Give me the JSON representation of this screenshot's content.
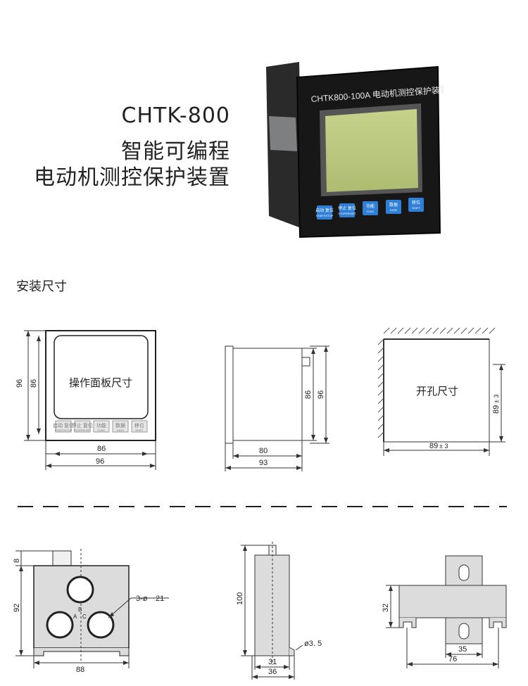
{
  "header": {
    "model": "CHTK-800",
    "line2": "智能可编程",
    "line3": "电动机测控保护装置"
  },
  "device": {
    "front_label": "CHTK800-100A 电动机测控保护装置",
    "buttons": [
      {
        "cn": "启动 复位",
        "en": "START/STOP"
      },
      {
        "cn": "停止 复位",
        "en": "STOP/RESET"
      },
      {
        "cn": "功能",
        "en": "FUNC"
      },
      {
        "cn": "数据",
        "en": "DATA"
      },
      {
        "cn": "移位",
        "en": "SHIFT"
      }
    ]
  },
  "section": {
    "title": "安装尺寸"
  },
  "front_view": {
    "label": "操作面板尺寸",
    "dim_outer_h": "96",
    "dim_inner_h": "86",
    "dim_inner_w": "86",
    "dim_outer_w": "96",
    "buttons": [
      {
        "cn": "启动 复位",
        "en": "START/STOP"
      },
      {
        "cn": "停止 复位",
        "en": "STOP/RESET"
      },
      {
        "cn": "功能",
        "en": "FUNC"
      },
      {
        "cn": "数据",
        "en": "DATA"
      },
      {
        "cn": "移位",
        "en": "SHIFT"
      }
    ]
  },
  "side_view": {
    "dim_h_inner": "86",
    "dim_h_outer": "96",
    "dim_w_inner": "80",
    "dim_w_outer": "93"
  },
  "cutout_view": {
    "label": "开孔尺寸",
    "dim_w": "89",
    "dim_w_tol": "± 3",
    "dim_h": "89",
    "dim_h_tol": "± 3"
  },
  "ct_front": {
    "dim_top": "8",
    "dim_h": "92",
    "dim_w": "88",
    "holes": "3-ø",
    "hole_d": "21",
    "phase_a": "A",
    "phase_b": "B",
    "phase_c": "C"
  },
  "ct_side": {
    "dim_h": "100",
    "dim_w_inner": "31",
    "dim_w_outer": "36",
    "dim_hole": "ø3. 5"
  },
  "ct_rail": {
    "dim_h": "32",
    "dim_w_inner": "35",
    "dim_w_outer": "76"
  }
}
